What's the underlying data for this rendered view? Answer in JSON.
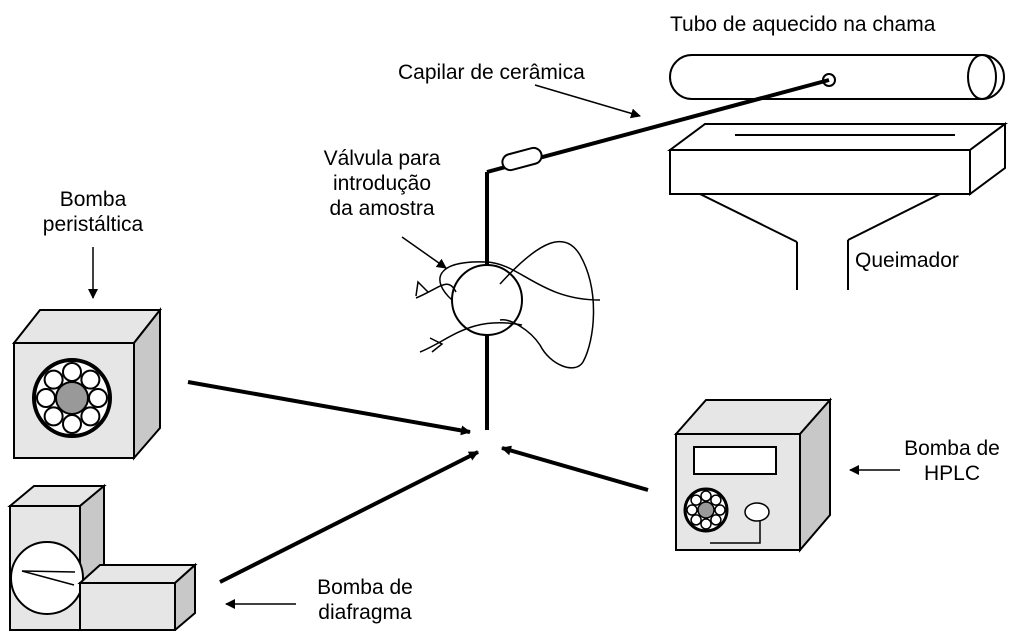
{
  "labels": {
    "tubo": "Tubo de aquecido na chama",
    "capilar": "Capilar de cerâmica",
    "valvula": [
      "Válvula para",
      "introdução",
      "da amostra"
    ],
    "peristaltica": [
      "Bomba",
      "peristáltica"
    ],
    "queimador": "Queimador",
    "hplc": [
      "Bomba de",
      "HPLC"
    ],
    "diafragma": [
      "Bomba de",
      "diafragma"
    ]
  },
  "colors": {
    "stroke": "#000000",
    "device_fill": "#e6e6e6",
    "device_side": "#c8c8c8",
    "roller": "#999999"
  }
}
